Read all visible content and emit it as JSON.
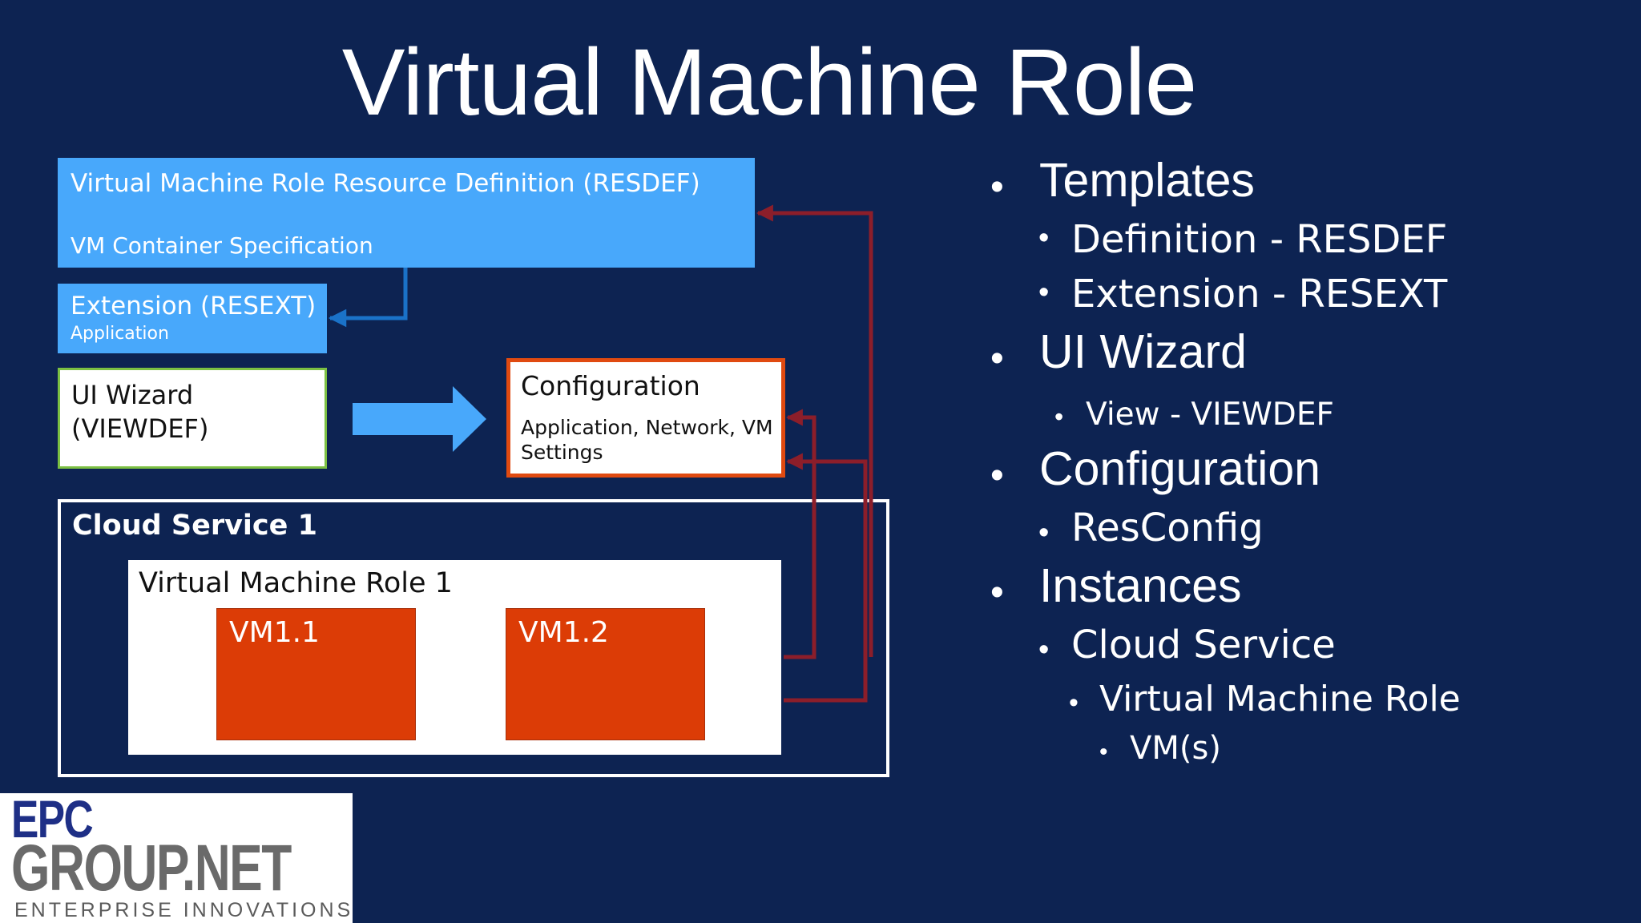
{
  "slide": {
    "title": "Virtual Machine Role"
  },
  "diagram": {
    "resdef": {
      "title": "Virtual Machine Role Resource Definition (RESDEF)",
      "subtitle": "VM Container Specification"
    },
    "resext": {
      "title": "Extension (RESEXT)",
      "subtitle": "Application"
    },
    "wizard": {
      "line1": "UI Wizard",
      "line2": "(VIEWDEF)"
    },
    "configuration": {
      "title": "Configuration",
      "subtitle_line1": "Application, Network, VM",
      "subtitle_line2": "Settings"
    },
    "cloud_service": {
      "title": "Cloud Service 1"
    },
    "vm_role": {
      "title": "Virtual Machine Role 1"
    },
    "vms": [
      "VM1.1",
      "VM1.2"
    ],
    "colors": {
      "background": "#0d2352",
      "definition_blue": "#48a8fb",
      "arrow_blue": "#1a72c8",
      "wizard_border": "#7cc043",
      "config_border": "#e04a10",
      "vm_fill": "#dc3c06",
      "connector_red": "#8c1e2a"
    }
  },
  "bullets": {
    "templates": "Templates",
    "definition": "Definition - RESDEF",
    "extension": "Extension - RESEXT",
    "ui_wizard": "UI Wizard",
    "view": "View - VIEWDEF",
    "configuration": "Configuration",
    "resconfig": "ResConfig",
    "instances": "Instances",
    "cloud_service": "Cloud Service",
    "vm_role": "Virtual Machine Role",
    "vms": "VM(s)"
  },
  "logo": {
    "line1": "EPC",
    "line2": "GROUP.NET",
    "tagline": "ENTERPRISE INNOVATIONS"
  }
}
